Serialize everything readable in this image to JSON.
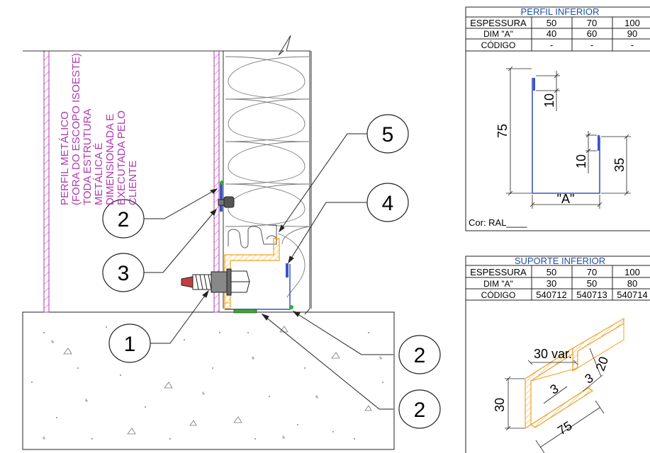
{
  "note": {
    "lines": [
      "PERFIL METÁLICO",
      "(FORA DO ESCOPO ISOESTE)",
      "TODA ESTRUTURA",
      "METÁLICA É",
      "DIMENSIONADA E",
      "EXECUTADA PELO",
      "CLIENTE"
    ],
    "color": "#b03ab0"
  },
  "callouts": [
    {
      "id": "c2a",
      "number": "2"
    },
    {
      "id": "c3",
      "number": "3"
    },
    {
      "id": "c5",
      "number": "5"
    },
    {
      "id": "c4",
      "number": "4"
    },
    {
      "id": "c1",
      "number": "1"
    },
    {
      "id": "c2b",
      "number": "2"
    },
    {
      "id": "c2c",
      "number": "2"
    }
  ],
  "perfil_inferior": {
    "title": "PERFIL INFERIOR",
    "rows": [
      {
        "label": "ESPESSURA",
        "values": [
          "50",
          "70",
          "100"
        ]
      },
      {
        "label": "DIM \"A\"",
        "values": [
          "40",
          "60",
          "90"
        ]
      },
      {
        "label": "CÓDIGO",
        "values": [
          "-",
          "-",
          "-"
        ]
      }
    ],
    "dims": {
      "height": "75",
      "lip_top": "10",
      "lip_right": "10",
      "right_height": "35",
      "width": "\"A\""
    },
    "color_label": "Cor: RAL____"
  },
  "suporte_inferior": {
    "title": "SUPORTE INFERIOR",
    "rows": [
      {
        "label": "ESPESSURA",
        "values": [
          "50",
          "70",
          "100"
        ]
      },
      {
        "label": "DIM \"A\"",
        "values": [
          "30",
          "50",
          "80"
        ]
      },
      {
        "label": "CÓDIGO",
        "values": [
          "540712",
          "540713",
          "540714"
        ]
      }
    ],
    "dims": {
      "top_width": "30 var.",
      "flange": "20",
      "thick1": "3",
      "thick2": "3",
      "height": "30",
      "length": "75"
    }
  },
  "colors": {
    "title_blue": "#1f4fa8",
    "profile_blue": "#3a55c8",
    "support_orange": "#f0a020",
    "green": "#39a935",
    "magenta": "#b03ab0"
  }
}
